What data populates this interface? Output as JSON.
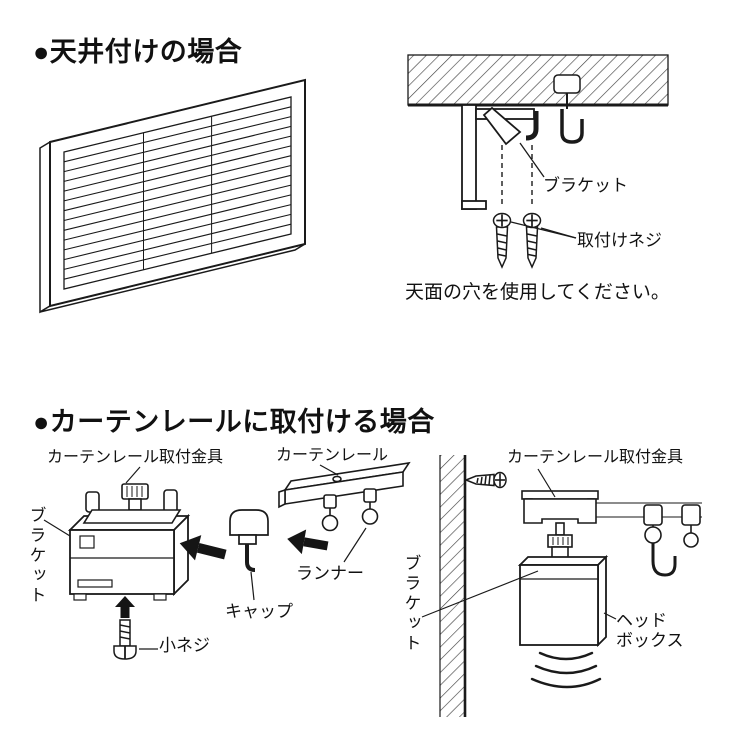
{
  "colors": {
    "ink": "#1a1a1a",
    "background": "#ffffff"
  },
  "sections": {
    "ceiling_mount": {
      "heading": "●天井付けの場合",
      "labels": {
        "bracket": "ブラケット",
        "mount_screw": "取付けネジ"
      },
      "note": "天面の穴を使用してください。"
    },
    "curtain_rail_mount": {
      "heading": "●カーテンレールに取付ける場合",
      "labels": {
        "rail_fitting_left": "カーテンレール取付金具",
        "curtain_rail": "カーテンレール",
        "bracket_left": "ブラケット",
        "runner": "ランナー",
        "cap": "キャップ",
        "small_screw": "小ネジ",
        "rail_fitting_right": "カーテンレール取付金具",
        "bracket_right": "ブラケット",
        "head_box": [
          "ヘッド",
          "ボックス"
        ]
      }
    }
  }
}
